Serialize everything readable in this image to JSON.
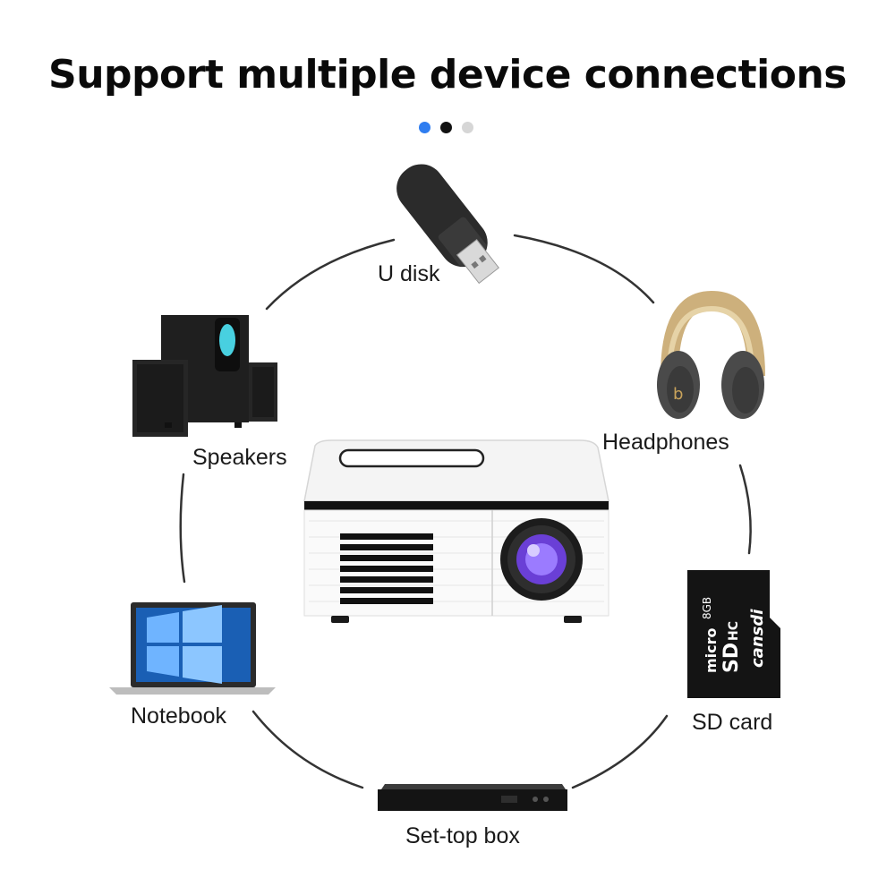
{
  "title": "Support multiple device connections",
  "carousel": {
    "dots": [
      {
        "color": "#2f7df0",
        "active": true
      },
      {
        "color": "#111111",
        "active": false
      },
      {
        "color": "#d6d6d6",
        "active": false
      }
    ]
  },
  "devices": {
    "u_disk": "U disk",
    "headphones": "Headphones",
    "sd_card": "SD card",
    "set_top_box": "Set-top box",
    "notebook": "Notebook",
    "speakers": "Speakers"
  },
  "sd_card_print": {
    "brand": "cansdi",
    "micro": "micro",
    "sd": "SD",
    "hc": "HC",
    "capacity": "8GB"
  },
  "colors": {
    "ring": "#333333",
    "projector_body": "#ffffff",
    "projector_trim": "#111111",
    "lens_glow": "#8a5cff",
    "headphone_band": "#d9c08f",
    "headphone_shell": "#4a4a4a"
  }
}
